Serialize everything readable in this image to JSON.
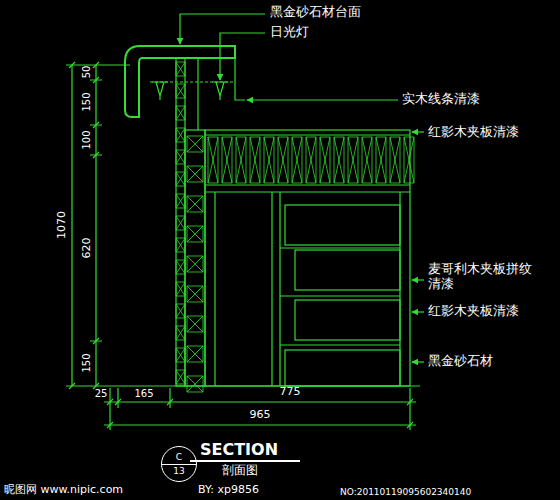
{
  "diagram": {
    "title": "SECTION",
    "caption": "剖面图",
    "nodes": [
      {
        "text": [
          "C",
          "13"
        ]
      }
    ],
    "labels": [
      "黑金砂石材台面",
      "日光灯",
      "实木线条清漆",
      "红影木夹板清漆",
      "麦哥利木夹板拼纹清漆",
      "红影木夹板清漆",
      "黑金砂石材",
      "50",
      "150",
      "100",
      "620",
      "150",
      "1070",
      "25",
      "165",
      "775",
      "965",
      "昵图网 www.nipic.com",
      "BY: xp9856",
      "NO:20110119095602340140"
    ]
  }
}
